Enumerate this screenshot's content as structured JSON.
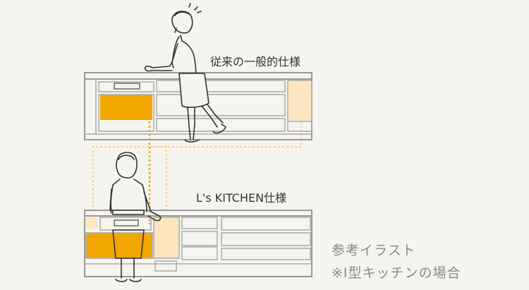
{
  "labels": {
    "conventional": "従来の一般的仕様",
    "ls_kitchen": "L's KITCHEN仕様"
  },
  "notes": {
    "line1": "参考イラスト",
    "line2": "※I型キッチンの場合"
  },
  "colors": {
    "accent_orange": "#f0a800",
    "accent_light": "#fde6bf",
    "cabinet_line": "#9a9a9a",
    "dotted_guide": "#f5cf8a",
    "background": "#f6f4ef"
  }
}
